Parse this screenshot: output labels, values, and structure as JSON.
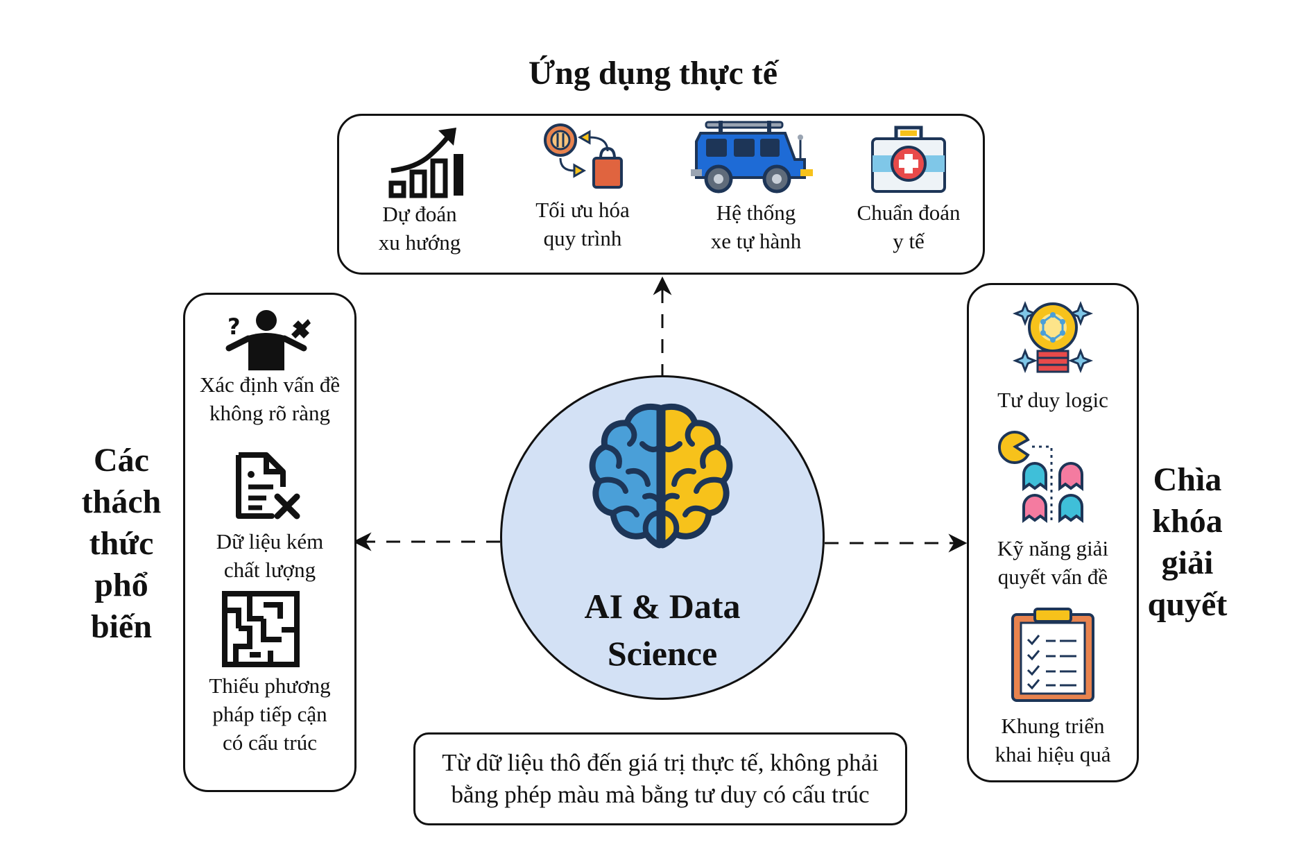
{
  "top_section": {
    "title": "Ứng dụng thực tế",
    "items": [
      {
        "label_line1": "Dự đoán",
        "label_line2": "xu hướng",
        "icon": "trend-chart-icon"
      },
      {
        "label_line1": "Tối ưu hóa",
        "label_line2": "quy trình",
        "icon": "process-optimization-icon"
      },
      {
        "label_line1": "Hệ thống",
        "label_line2": "xe tự hành",
        "icon": "autonomous-car-icon"
      },
      {
        "label_line1": "Chuẩn đoán",
        "label_line2": "y tế",
        "icon": "medical-kit-icon"
      }
    ]
  },
  "left_section": {
    "title_lines": [
      "Các",
      "thách",
      "thức",
      "phổ",
      "biến"
    ],
    "items": [
      {
        "label_line1": "Xác định vấn đề",
        "label_line2": "không rõ ràng",
        "label_line3": "",
        "icon": "confused-person-icon"
      },
      {
        "label_line1": "Dữ liệu kém",
        "label_line2": "chất lượng",
        "label_line3": "",
        "icon": "bad-data-file-icon"
      },
      {
        "label_line1": "Thiếu phương",
        "label_line2": "pháp tiếp cận",
        "label_line3": "có cấu trúc",
        "icon": "maze-icon"
      }
    ]
  },
  "right_section": {
    "title_lines": [
      "Chìa",
      "khóa",
      "giải",
      "quyết"
    ],
    "items": [
      {
        "label_line1": "Tư duy logic",
        "label_line2": "",
        "icon": "lightbulb-icon"
      },
      {
        "label_line1": "Kỹ năng giải",
        "label_line2": "quyết vấn đề",
        "icon": "pacman-strategy-icon"
      },
      {
        "label_line1": "Khung triển",
        "label_line2": "khai hiệu quả",
        "icon": "checklist-clipboard-icon"
      }
    ]
  },
  "center": {
    "title_line1": "AI & Data",
    "title_line2": "Science",
    "icon": "brain-icon"
  },
  "quote": {
    "line1": "Từ dữ liệu thô đến giá trị thực tế, không phải",
    "line2": "bằng phép màu mà bằng tư duy có cấu trúc"
  },
  "colors": {
    "circle_fill": "#d3e1f5",
    "brain_blue": "#4a9fd8",
    "brain_yellow": "#f7c21b",
    "outline": "#1d3557"
  }
}
